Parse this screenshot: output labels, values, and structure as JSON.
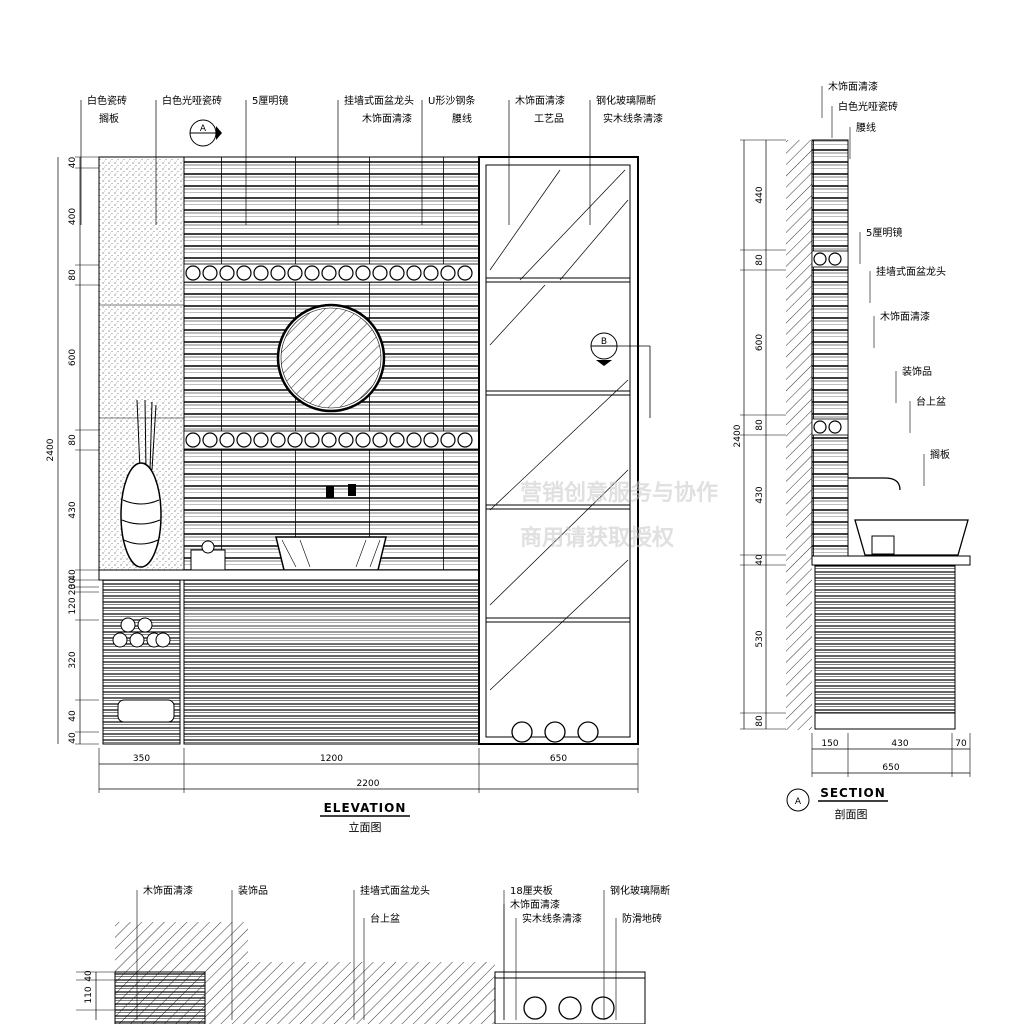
{
  "elevation": {
    "title": "ELEVATION",
    "subtitle": "立面图",
    "section_marker_a": "A",
    "section_marker_b": "B",
    "labels_top": [
      "白色瓷砖",
      "白色光哑瓷砖",
      "5厘明镜",
      "挂墙式面盆龙头",
      "U形沙钢条",
      "木饰面清漆",
      "钢化玻璃隔断"
    ],
    "labels_second": [
      "搁板",
      "木饰面清漆",
      "腰线",
      "工艺品",
      "实木线条清漆"
    ],
    "vertical_dims": [
      "40",
      "400",
      "80",
      "600",
      "80",
      "430",
      "40",
      "30",
      "20",
      "120",
      "320",
      "40",
      "40"
    ],
    "overall_height": "2400",
    "horizontal_dims": [
      "350",
      "1200",
      "650"
    ],
    "overall_width": "2200"
  },
  "section": {
    "title": "SECTION",
    "subtitle": "剖面图",
    "marker": "A",
    "labels": [
      "木饰面清漆",
      "白色光哑瓷砖",
      "腰线",
      "5厘明镜",
      "挂墙式面盆龙头",
      "木饰面清漆",
      "装饰品",
      "台上盆",
      "搁板"
    ],
    "vertical_dims": [
      "440",
      "80",
      "600",
      "80",
      "430",
      "40",
      "530",
      "80"
    ],
    "overall_height": "2400",
    "horizontal_dims": [
      "150",
      "430",
      "70"
    ],
    "overall_width": "650"
  },
  "plan": {
    "labels": [
      "木饰面清漆",
      "装饰品",
      "挂墙式面盆龙头",
      "台上盆",
      "18厘夹板",
      "木饰面清漆",
      "实木线条清漆",
      "钢化玻璃隔断",
      "防滑地砖"
    ],
    "vertical_dims": [
      "40",
      "110"
    ]
  },
  "watermark": {
    "line1": "营销创意服务与协作",
    "line2": "商用请获取授权"
  }
}
